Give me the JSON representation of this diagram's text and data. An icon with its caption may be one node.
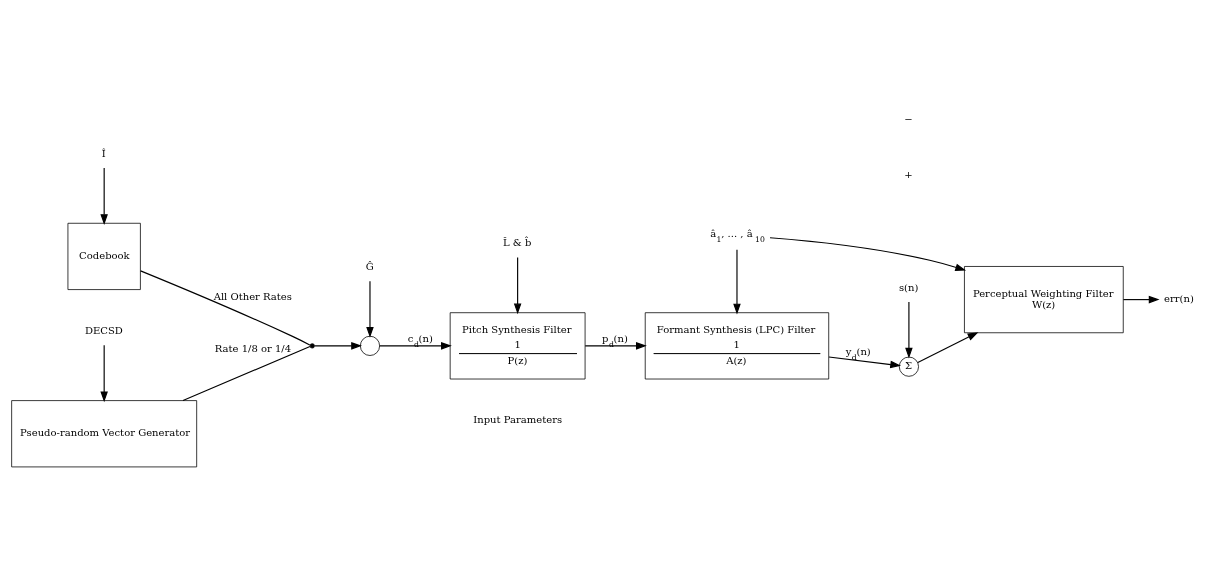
{
  "diagram": {
    "nodes": [
      {
        "text": [
          "Pseudo-random Vector Generator"
        ]
      },
      {
        "text": [
          "Codebook"
        ]
      },
      {
        "text": [
          "DECSD"
        ]
      },
      {
        "text": [],
        "shape": "switch"
      },
      {
        "text": [],
        "shape": "circle"
      },
      {
        "text": [
          "Pitch Synthesis Filter",
          "1",
          "P(z)"
        ]
      },
      {
        "text": [
          "Formant Synthesis (LPC) Filter",
          "1",
          "A(z)"
        ]
      },
      {
        "text": [
          "Σ"
        ]
      },
      {
        "text": [
          "s(n)"
        ]
      },
      {
        "text": [
          "Perceptual Weighting Filter",
          "W(z)"
        ]
      },
      {
        "text": [
          "err(n)"
        ]
      },
      {
        "text": [
          "Î"
        ]
      },
      {
        "text": [
          "Ĝ"
        ]
      },
      {
        "text": [
          "L̂ & b̂"
        ]
      },
      {
        "text": [
          "â$_{1}$, ... , â$_{10}$"
        ]
      }
    ],
    "edges": [
      {
        "from": 2,
        "to": 0,
        "arrow": "to"
      },
      {
        "from": 0,
        "to": 3,
        "arrow": "none",
        "label": "Rate 1/8 or 1/4"
      },
      {
        "from": 1,
        "to": 3,
        "arrow": "none",
        "label": "All Other Rates"
      },
      {
        "from": 11,
        "to": 1,
        "arrow": "to"
      },
      {
        "from": 3,
        "to": 4,
        "arrow": "to"
      },
      {
        "from": 12,
        "to": 4,
        "arrow": "to"
      },
      {
        "from": 4,
        "to": 5,
        "arrow": "to",
        "label": "c$_{d}$(n)"
      },
      {
        "from": 13,
        "to": 5,
        "arrow": "to"
      },
      {
        "from": 5,
        "to": 6,
        "arrow": "to",
        "label": "p$_{d}$(n)"
      },
      {
        "from": 14,
        "to": 6,
        "arrow": "to"
      },
      {
        "from": 14,
        "to": 9,
        "arrow": "to"
      },
      {
        "from": 6,
        "to": 7,
        "arrow": "to",
        "label": "y$_{d}$(n)"
      },
      {
        "from": 8,
        "to": 7,
        "arrow": "to"
      },
      {
        "from": 7,
        "to": 9,
        "arrow": "to"
      },
      {
        "from": 9,
        "to": 10,
        "arrow": "to"
      }
    ],
    "labels": [
      "+",
      "−",
      "Input Parameters"
    ]
  }
}
